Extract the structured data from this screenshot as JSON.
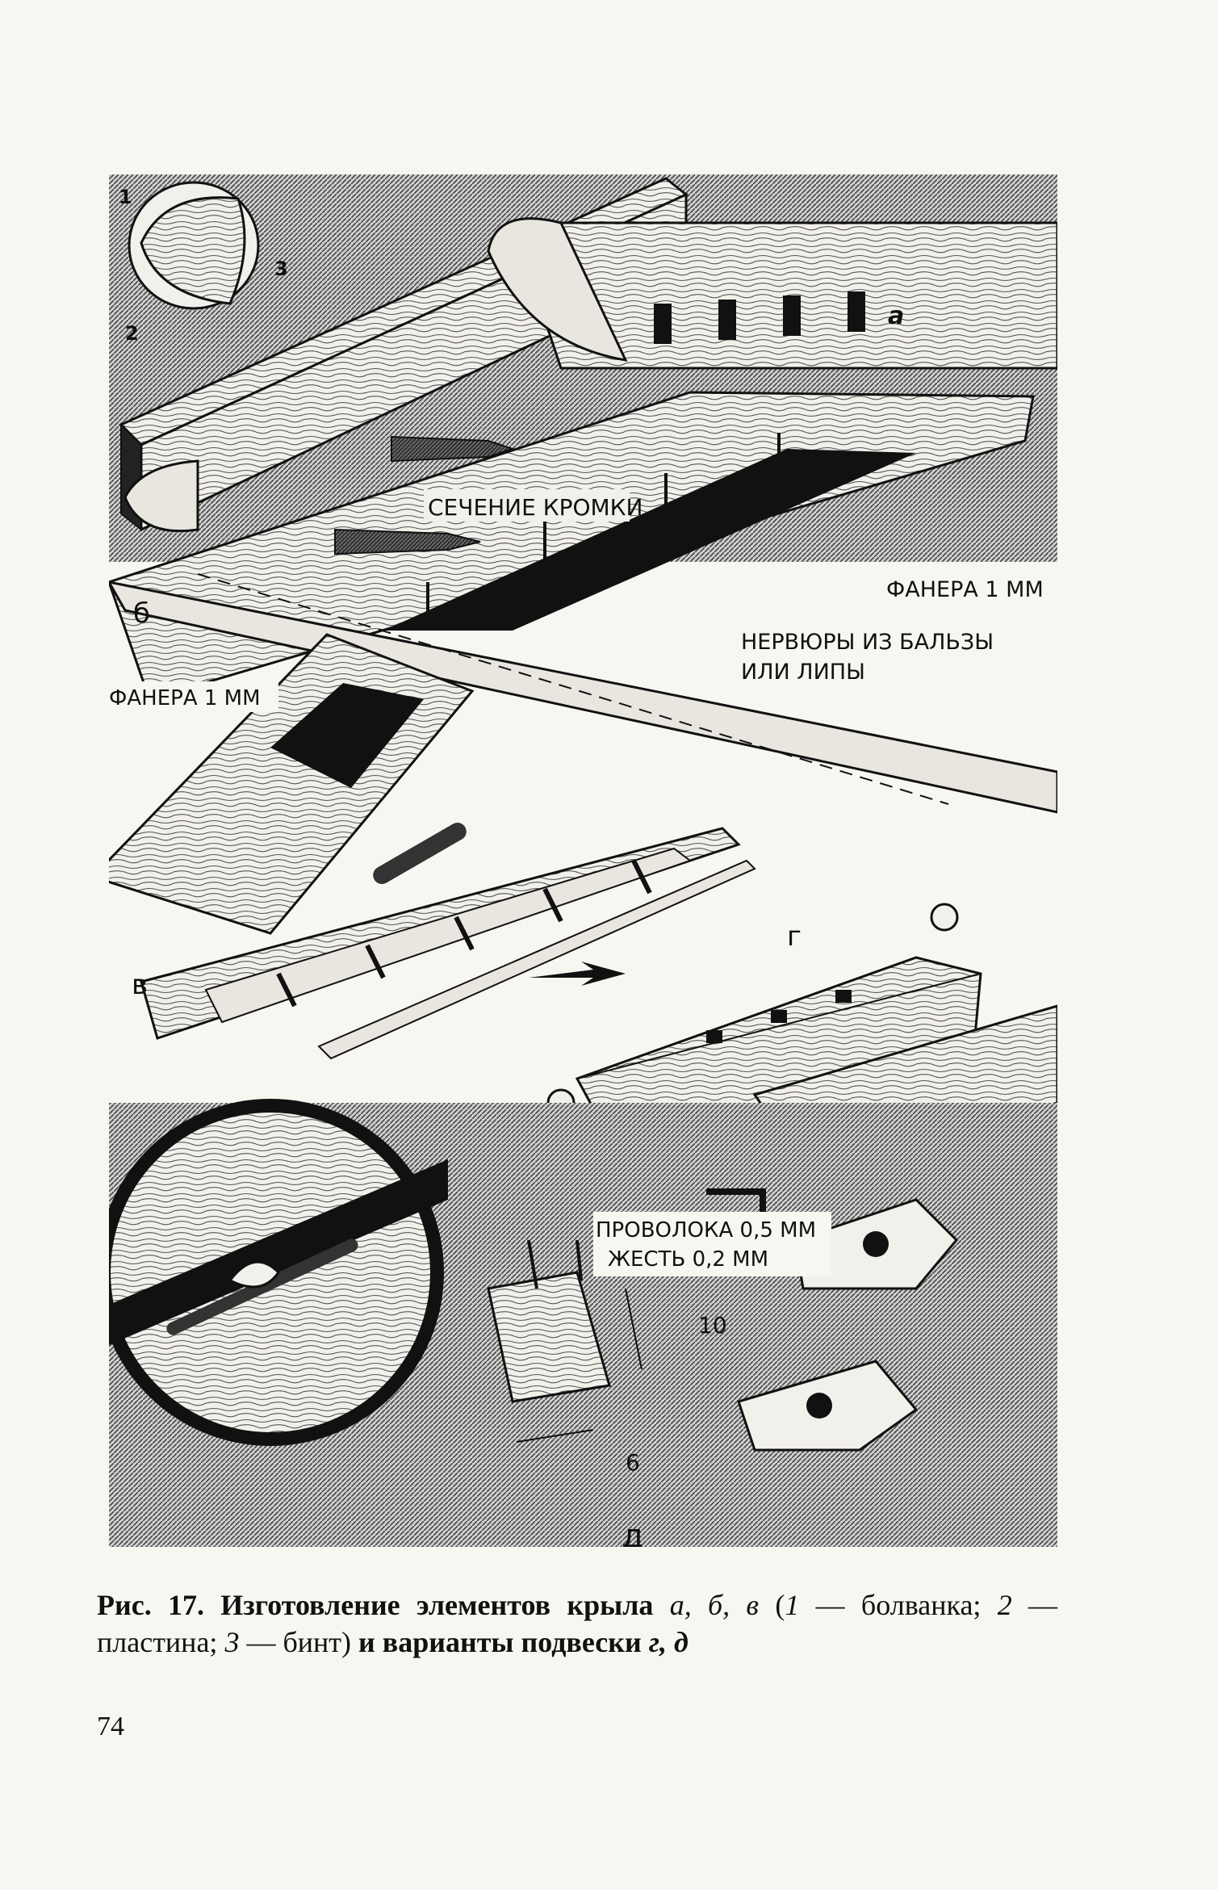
{
  "figure": {
    "panel_a": "а",
    "panel_b": "б",
    "panel_v": "в",
    "panel_g": "г",
    "panel_d": "д",
    "label_1": "1",
    "label_2": "2",
    "label_3": "3",
    "edge_section": "СЕЧЕНИЕ КРОМКИ",
    "plywood_right": "ФАНЕРА 1 ММ",
    "plywood_left": "ФАНЕРА 1 ММ",
    "ribs_line1": "НЕРВЮРЫ ИЗ БАЛЬЗЫ",
    "ribs_line2": "ИЛИ ЛИПЫ",
    "wire": "ПРОВОЛОКА 0,5 ММ",
    "tin": "ЖЕСТЬ 0,2 ММ",
    "dim_10": "10",
    "dim_6": "6"
  },
  "caption": {
    "lead": "Рис. 17. Изготовление элементов крыла",
    "letters_1": "а, б, в",
    "open": "(",
    "n1": "1",
    "t1": "— болванка;",
    "n2": "2",
    "t2": "— пластина;",
    "n3": "3",
    "t3": "— бинт)",
    "mid": "и варианты подвески",
    "letters_2": "г, д"
  },
  "page_number": "74"
}
